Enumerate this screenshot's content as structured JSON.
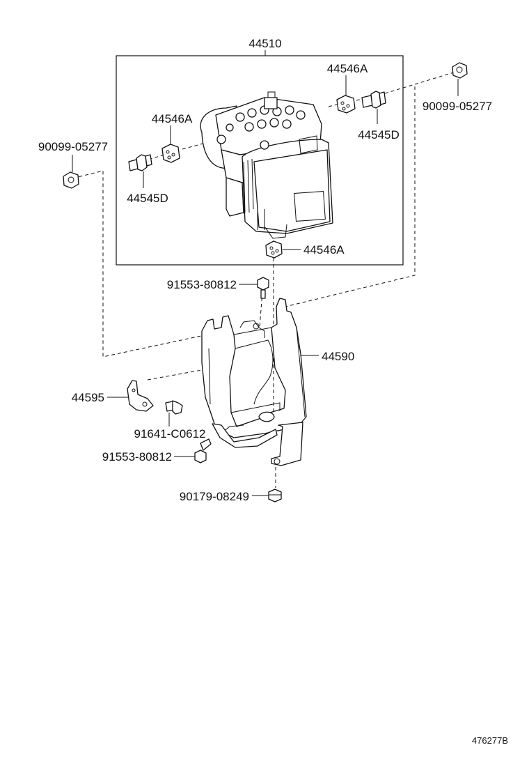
{
  "labels": {
    "assembly": "44510",
    "cushion_top_right": "44546A",
    "cushion_left": "44546A",
    "cushion_bottom": "44546A",
    "bolt_right": "44545D",
    "bolt_left": "44545D",
    "nut_right": "90099-05277",
    "nut_left": "90099-05277",
    "bracket_main": "44590",
    "bracket_small": "44595",
    "bolt_top_center": "91553-80812",
    "bolt_lower": "91553-80812",
    "bolt_small": "91641-C0612",
    "nut_bottom": "90179-08249"
  },
  "reference_code": "476277B"
}
